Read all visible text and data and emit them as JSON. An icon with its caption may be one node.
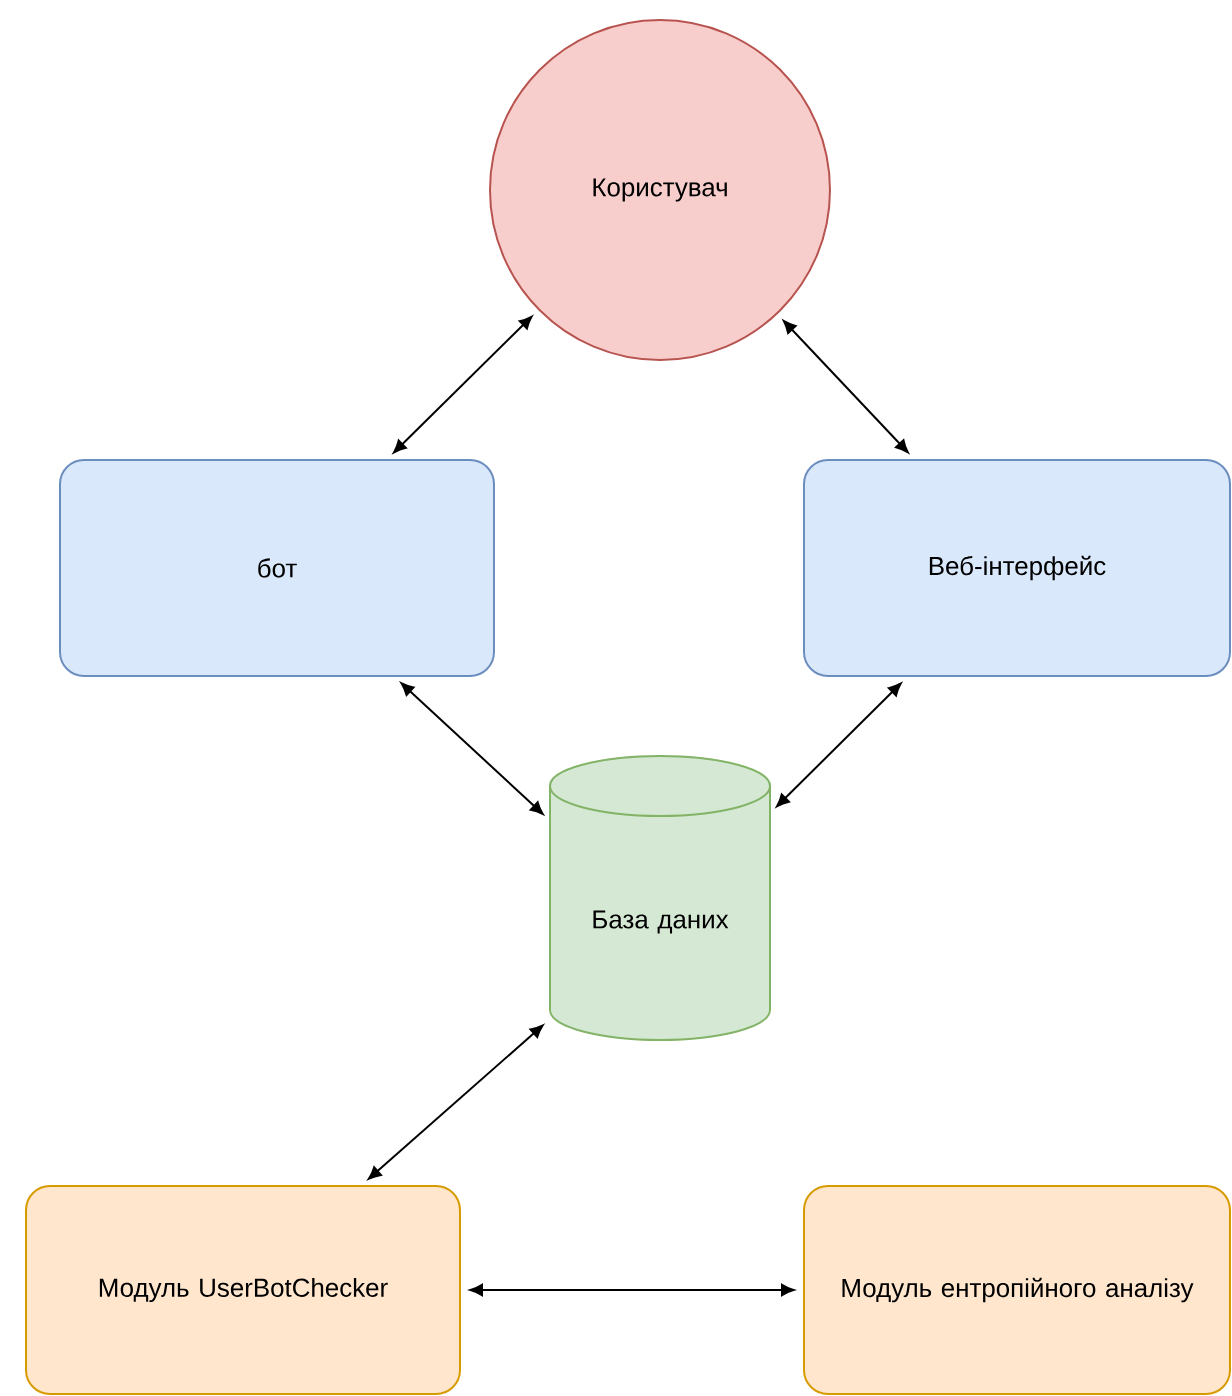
{
  "diagram": {
    "nodes": [
      {
        "text": [
          "Користувач"
        ]
      },
      {
        "text": [
          "бот"
        ]
      },
      {
        "text": [
          "Веб-інтерфейс"
        ]
      },
      {
        "text": [
          "База даних"
        ]
      },
      {
        "text": [
          "Модуль UserBotChecker"
        ]
      },
      {
        "text": [
          "Модуль ентропійного аналізу"
        ]
      }
    ],
    "edges": [
      {
        "from": 0,
        "to": 1,
        "arrow": "both"
      },
      {
        "from": 0,
        "to": 2,
        "arrow": "both"
      },
      {
        "from": 1,
        "to": 3,
        "arrow": "both"
      },
      {
        "from": 3,
        "to": 2,
        "arrow": "both"
      },
      {
        "from": 4,
        "to": 3,
        "arrow": "both"
      },
      {
        "from": 4,
        "to": 5,
        "arrow": "both"
      }
    ]
  }
}
